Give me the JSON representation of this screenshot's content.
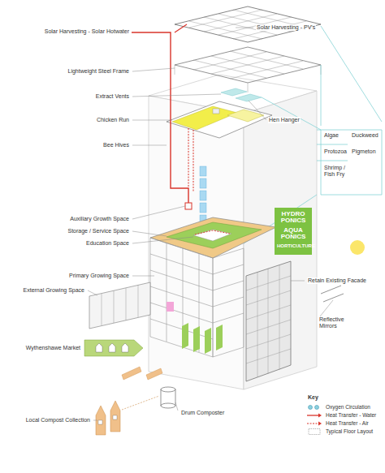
{
  "diagram": {
    "nodes": [
      {
        "text": [
          "HYDRO PONICS",
          "AQUA PONICS",
          "HORTICULTURE"
        ]
      }
    ],
    "labels": [
      "Solar Harvesting - Solar Hotwater",
      "Solar Harvesting - PV's",
      "Lightweight Steel Frame",
      "Extract Vents",
      "Chicken Run",
      "Hen Hanger",
      "Bee Hives",
      "Algae",
      "Duckweed",
      "Protozoa",
      "Pigmeton",
      "Shrimp / Fish Fry",
      "Auxiliary Growth Space",
      "Storage / Service Space",
      "Education Space",
      "Primary Growing Space",
      "External Growing Space",
      "Retain Existing Facade",
      "Reflective Mirrors",
      "Wythenshawe Market",
      "Drum Composter",
      "Local Compost Collection",
      "Key"
    ],
    "legend": [
      {
        "text": "Oxygen Circulation"
      },
      {
        "text": "Heat Transfer - Water"
      },
      {
        "text": "Heat Transfer - Air"
      },
      {
        "text": "Typical Floor Layout"
      }
    ]
  }
}
